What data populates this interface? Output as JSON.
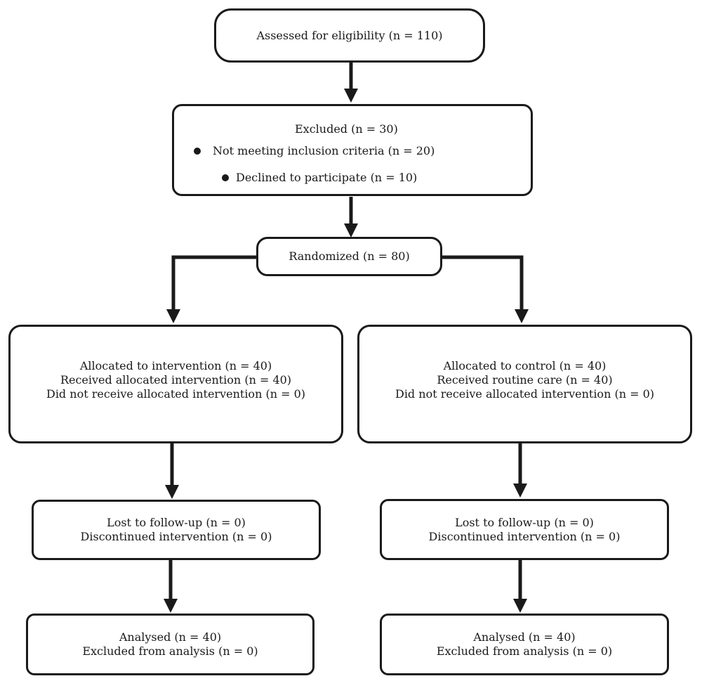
{
  "enrollment": {
    "assessed": "Assessed for eligibility (n = 110)",
    "excluded": {
      "title": "Excluded (n = 30)",
      "reasons": [
        "Not meeting inclusion criteria (n = 20)",
        "Declined to participate (n = 10)"
      ]
    },
    "randomized": "Randomized (n = 80)"
  },
  "intervention_arm": {
    "allocation": [
      "Allocated to intervention (n = 40)",
      "Received allocated intervention (n = 40)",
      "Did not receive allocated intervention (n = 0)"
    ],
    "follow_up": [
      "Lost to follow-up (n = 0)",
      "Discontinued intervention (n = 0)"
    ],
    "analysis": [
      "Analysed (n = 40)",
      "Excluded from analysis (n = 0)"
    ]
  },
  "control_arm": {
    "allocation": [
      "Allocated to control (n = 40)",
      "Received routine care (n = 40)",
      "Did not receive allocated intervention (n = 0)"
    ],
    "follow_up": [
      "Lost to follow-up (n = 0)",
      "Discontinued intervention (n = 0)"
    ],
    "analysis": [
      "Analysed (n = 40)",
      "Excluded from analysis (n = 0)"
    ]
  }
}
